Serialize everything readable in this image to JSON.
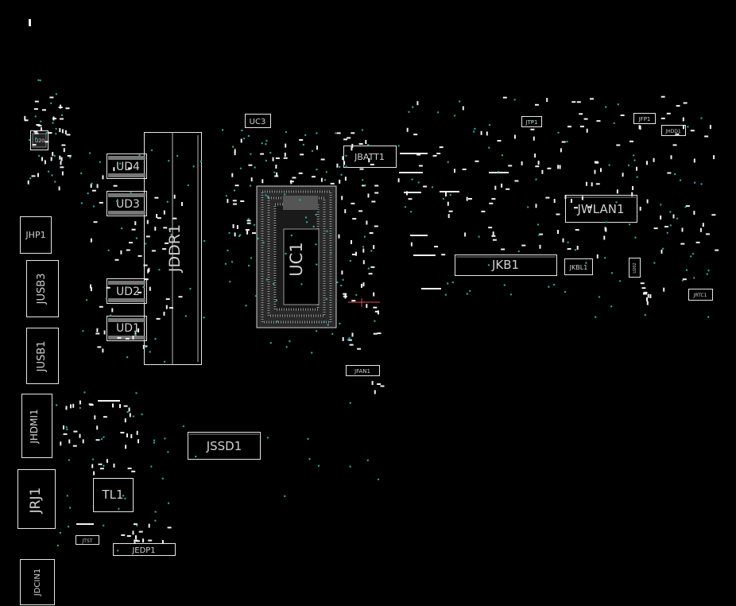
{
  "board": {
    "background": "#000000",
    "outline_color": "#e6e6e6",
    "via_color": "#2aa6a6",
    "marker_color": "#e05050"
  },
  "components": {
    "jddr1": "JDDR1",
    "ud4": "UD4",
    "ud3": "UD3",
    "ud2": "UD2",
    "ud1": "UD1",
    "uc1": "UC1",
    "uc3": "UC3",
    "jbatt1": "JBATT1",
    "jwlan1": "JWLAN1",
    "jkb1": "JKB1",
    "jkbl1": "JKBL1",
    "jtp1": "JTP1",
    "jfp1": "JFP1",
    "jhdd1": "JHDD1",
    "jrtc1": "JRTC1",
    "jfan1": "JFAN1",
    "jssd1": "JSSD1",
    "tl1": "TL1",
    "jedp1": "JEDP1",
    "jtst": "JTST",
    "jhp1": "JHP1",
    "jusb3": "JUSB3",
    "jusb1": "JUSB1",
    "jhdmi1": "JHDMI1",
    "jrj1": "JRJ1",
    "jdcin1": "JDCIN1",
    "u20": "U20",
    "u202": "U202"
  }
}
